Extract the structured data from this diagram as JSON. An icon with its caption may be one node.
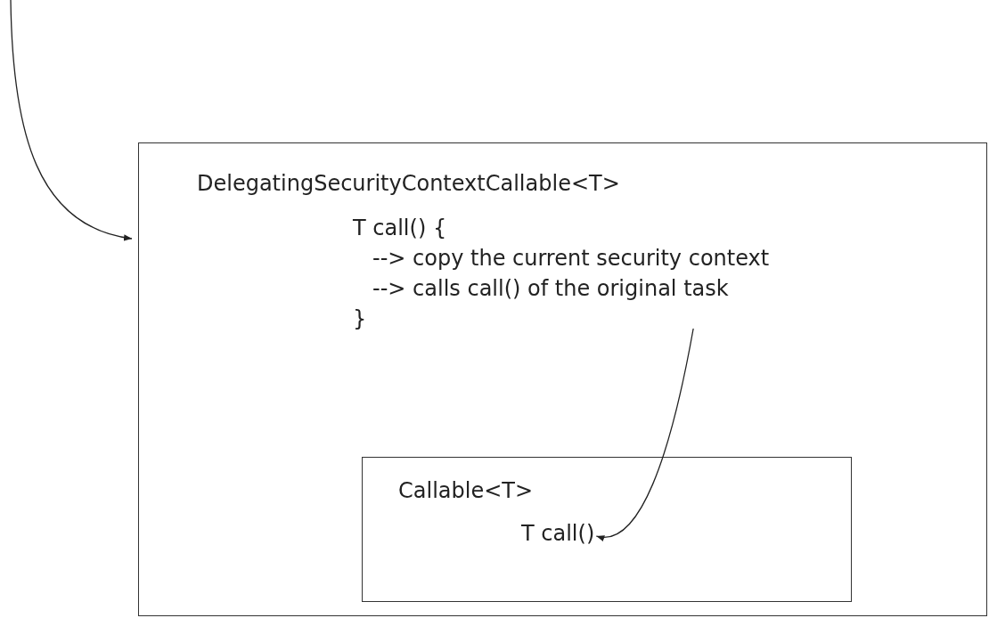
{
  "diagram": {
    "nodes": [
      {
        "text": [
          "DelegatingSecurityContextCallable<T>"
        ]
      },
      {
        "text": [
          "T call() {",
          "--> copy the current security context",
          "--> calls call() of the original task",
          "}"
        ],
        "in": 0
      },
      {
        "text": [
          "Callable<T>"
        ],
        "in": 0
      },
      {
        "text": [
          "T call()"
        ],
        "in": 2
      }
    ],
    "edges": [
      {
        "from": null,
        "to": 0,
        "arrow": "to"
      },
      {
        "from": 1,
        "to": 3,
        "arrow": "to"
      }
    ]
  }
}
